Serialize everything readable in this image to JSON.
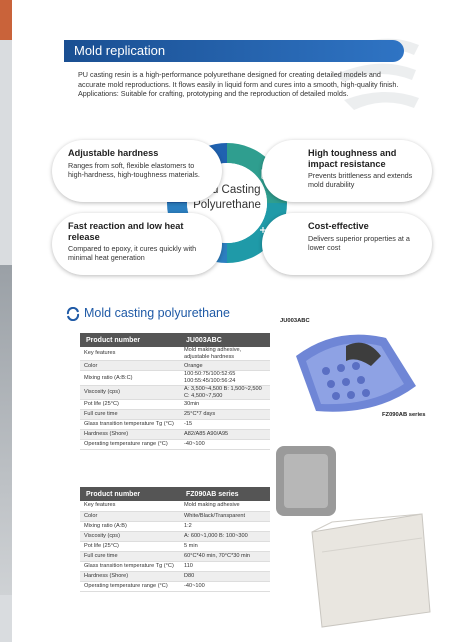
{
  "header": {
    "title": "Mold replication"
  },
  "intro": {
    "text": "PU casting resin is a high-performance polyurethane designed for creating detailed models and accurate mold reproductions. It flows easily in liquid form and cures into a smooth, high-quality finish.",
    "applications": "Applications: Suitable for crafting, prototyping and the reproduction of detailed molds."
  },
  "center": {
    "line1": "Mold Casting",
    "line2": "Polyurethane"
  },
  "features": [
    {
      "title": "Adjustable hardness",
      "desc": "Ranges from soft, flexible elastomers to high-hardness, high-toughness materials."
    },
    {
      "title": "High toughness and impact resistance",
      "desc": "Prevents brittleness and extends mold durability"
    },
    {
      "title": "Fast reaction and low heat release",
      "desc": "Compared to epoxy, it cures quickly with minimal heat generation"
    },
    {
      "title": "Cost-effective",
      "desc": "Delivers superior properties at a lower cost"
    }
  ],
  "colors": {
    "teal": "#1f9aa8",
    "blue": "#2062b0",
    "green": "#2f9e8f"
  },
  "section": {
    "title": "Mold casting polyurethane"
  },
  "table1": {
    "header": [
      "Product number",
      "JU003ABC"
    ],
    "rows": [
      [
        "Key features",
        "Mold making adhesive, adjustable hardness"
      ],
      [
        "Color",
        "Orange"
      ],
      [
        "Mixing ratio (A:B:C)",
        "100:50:75/100:52:65 100:55:45/100:56:24"
      ],
      [
        "Viscosity (cps)",
        "A: 3,500~4,500 B: 1,500~2,500 C: 4,500~7,500"
      ],
      [
        "Pot life (25°C)",
        "30min"
      ],
      [
        "Full cure time",
        "25°C*7 days"
      ],
      [
        "Glass transition temperature Tg (°C)",
        "-15"
      ],
      [
        "Hardness (Shore)",
        "A82/A85 A90/A95"
      ],
      [
        "Operating temperature range (°C)",
        "-40~100"
      ]
    ]
  },
  "table2": {
    "header": [
      "Product number",
      "FZ090AB series"
    ],
    "rows": [
      [
        "Key features",
        "Mold making adhesive"
      ],
      [
        "Color",
        "White/Black/Transparent"
      ],
      [
        "Mixing ratio (A:B)",
        "1:2"
      ],
      [
        "Viscosity (cps)",
        "A: 600~1,000 B: 100~300"
      ],
      [
        "Pot life (25°C)",
        "5 min"
      ],
      [
        "Full cure time",
        "60°C*40 min, 70°C*30 min"
      ],
      [
        "Glass transition temperature Tg (°C)",
        "110"
      ],
      [
        "Hardness (Shore)",
        "D80"
      ],
      [
        "Operating temperature range (°C)",
        "-40~100"
      ]
    ]
  },
  "photo_labels": {
    "ju": "JU003ABC",
    "fz": "FZ090AB series"
  }
}
